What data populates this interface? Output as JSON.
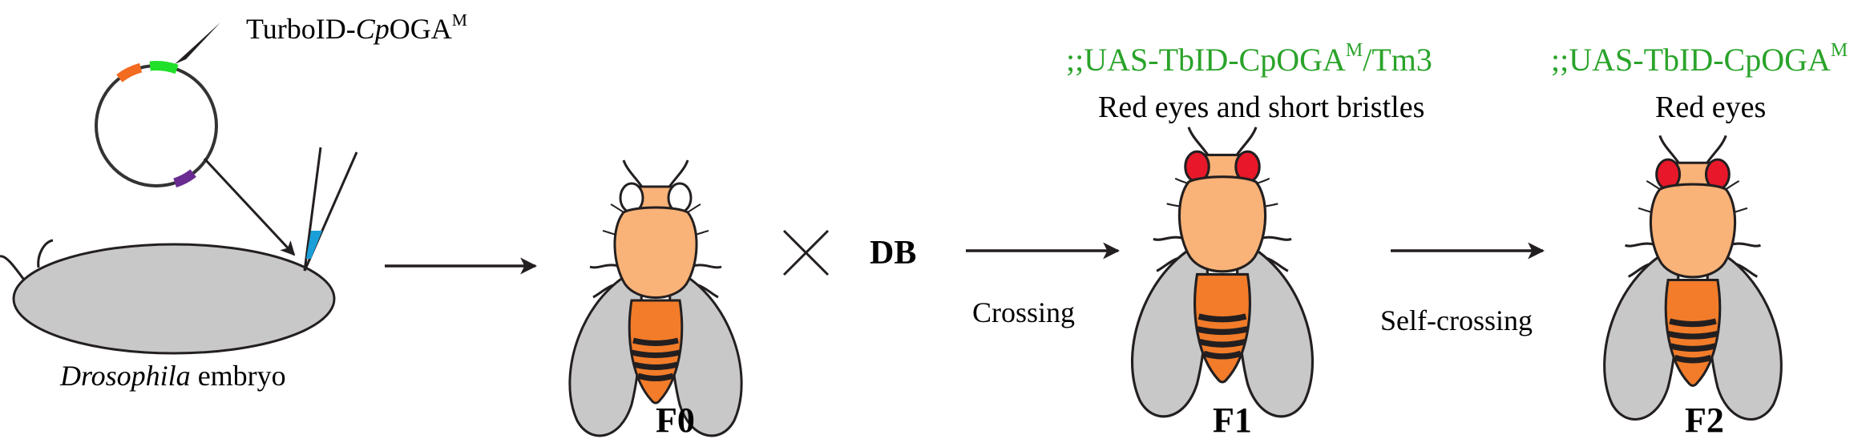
{
  "plasmid": {
    "label_prefix": "TurboID-",
    "label_italic": "Cp",
    "label_main": "OGA",
    "label_sup": "M"
  },
  "embryo": {
    "label_italic": "Drosophila",
    "label_rest": " embryo"
  },
  "generations": [
    {
      "label": "F0"
    },
    {
      "label": "F1",
      "genotype": ";;UAS-TbID-CpOGA",
      "genotype_sup": "M",
      "genotype_suffix": "/Tm3",
      "phenotype": "Red eyes and short bristles"
    },
    {
      "label": "F2",
      "genotype": ";;UAS-TbID-CpOGA",
      "genotype_sup": "M",
      "genotype_suffix": "",
      "phenotype": "Red eyes"
    }
  ],
  "cross": {
    "partner": "DB",
    "symbol": "×",
    "step1": "Crossing",
    "step2": "Self-crossing"
  },
  "colors": {
    "genotype_text": "#2aa32a",
    "body_orange": "#f27c2a",
    "thorax": "#f9b277",
    "wing": "#c8c8c8",
    "eye_red": "#e8182a",
    "embryo_gray": "#c8c8c8",
    "segment_orange": "#f26b21",
    "segment_green": "#21e02a",
    "segment_purple": "#6a2c91",
    "needle_blue": "#1a9fd8"
  }
}
